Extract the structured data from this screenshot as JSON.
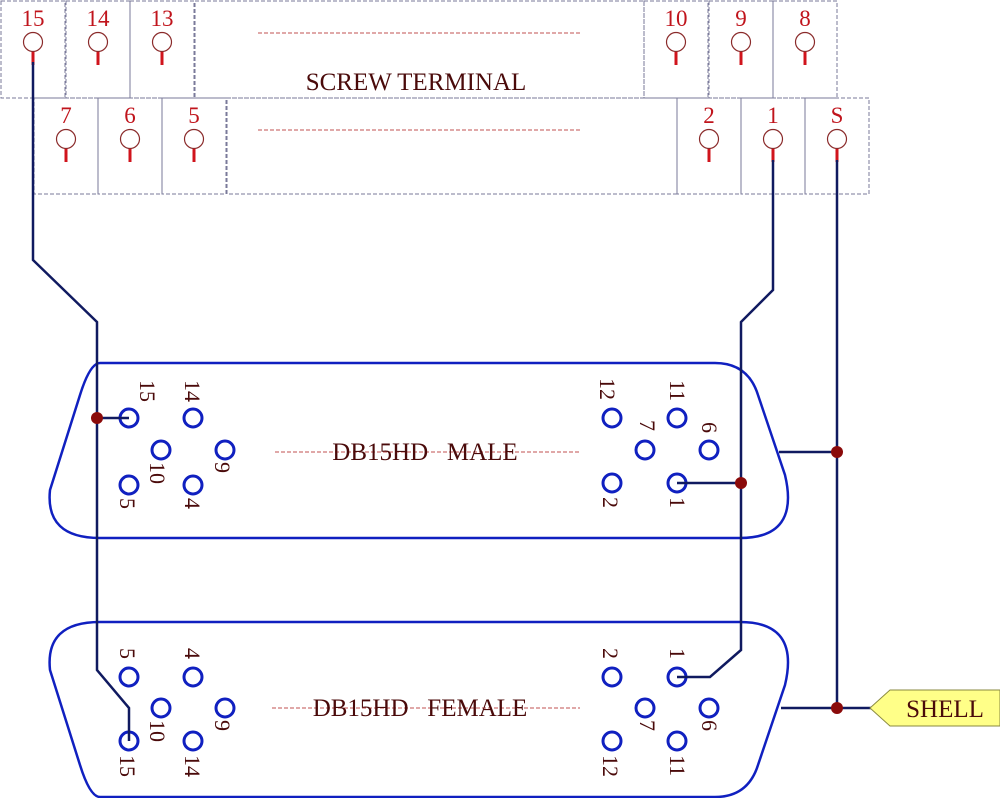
{
  "terminal": {
    "title": "SCREW TERMINAL",
    "top_row": [
      "15",
      "14",
      "13",
      "10",
      "9",
      "8"
    ],
    "bottom_row": [
      "7",
      "6",
      "5",
      "2",
      "1",
      "S"
    ]
  },
  "male": {
    "title": "DB15HD   MALE",
    "pins": [
      "15",
      "14",
      "10",
      "9",
      "5",
      "4",
      "12",
      "11",
      "7",
      "6",
      "2",
      "1"
    ]
  },
  "female": {
    "title": "DB15HD   FEMALE",
    "pins": [
      "5",
      "4",
      "10",
      "9",
      "15",
      "14",
      "2",
      "1",
      "7",
      "6",
      "12",
      "11"
    ]
  },
  "shell_label": "SHELL",
  "colors": {
    "wire": "#101a60",
    "connector": "#1020c0",
    "terminal_number": "#c0141c",
    "junction": "#8a0a0a",
    "shell_tag": "#ffff88"
  }
}
